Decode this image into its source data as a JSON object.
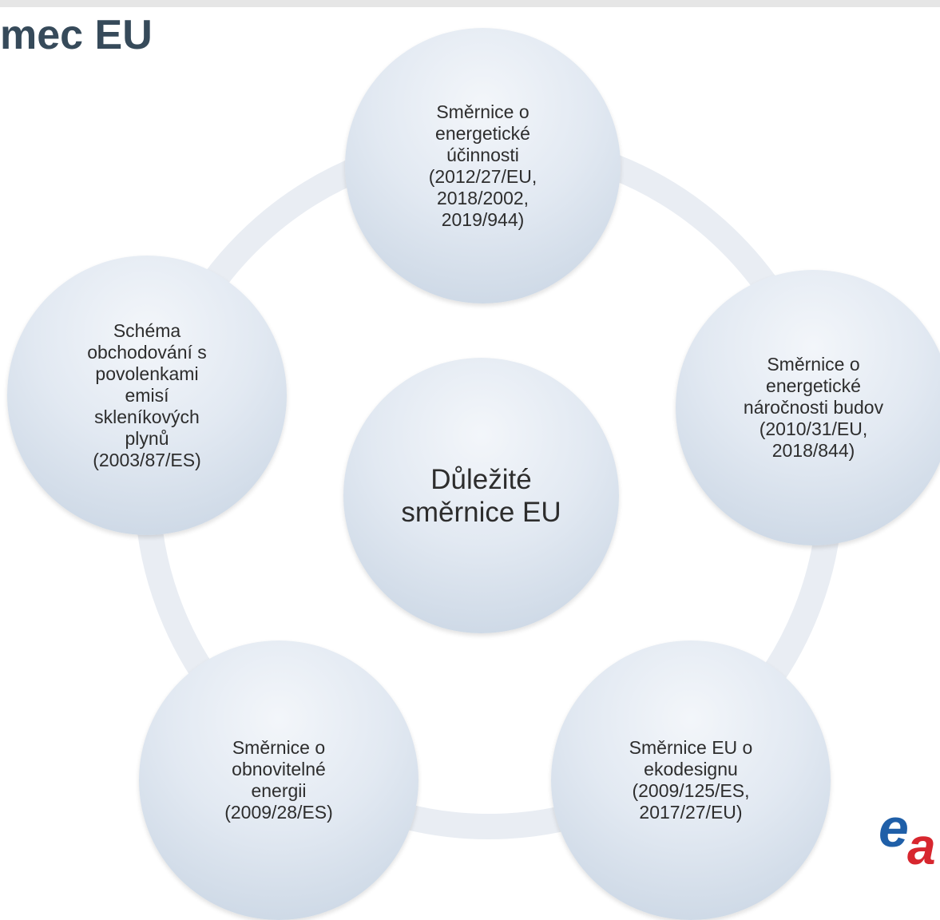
{
  "header": {
    "title": "mec EU"
  },
  "diagram": {
    "center": {
      "label": "Důležité\nsměrnice EU"
    },
    "nodes": [
      {
        "id": "energy-efficiency",
        "label": "Směrnice o\nenergetické\núčinnosti\n(2012/27/EU,\n2018/2002,\n2019/944)"
      },
      {
        "id": "building-performance",
        "label": "Směrnice o\nenergetické\nnáročnosti budov\n(2010/31/EU,\n2018/844)"
      },
      {
        "id": "ecodesign",
        "label": "Směrnice EU o\nekodesignu\n(2009/125/ES,\n2017/27/EU)"
      },
      {
        "id": "renewable-energy",
        "label": "Směrnice o\nobnovitelné\nenergii\n(2009/28/ES)"
      },
      {
        "id": "emissions-trading",
        "label": "Schéma\nobchodování s\npovolenkami\nemisí\nskleníkových\nplynů\n(2003/87/ES)"
      }
    ]
  },
  "logo": {
    "text": "ea",
    "colors": {
      "e": "#1f5fa8",
      "a": "#d7262e"
    }
  },
  "colors": {
    "title": "#364a5a",
    "ring": "#e9edf3",
    "node_top": "#f3f6fa",
    "node_bottom": "#c5d2e1",
    "text": "#2d2d2d"
  }
}
